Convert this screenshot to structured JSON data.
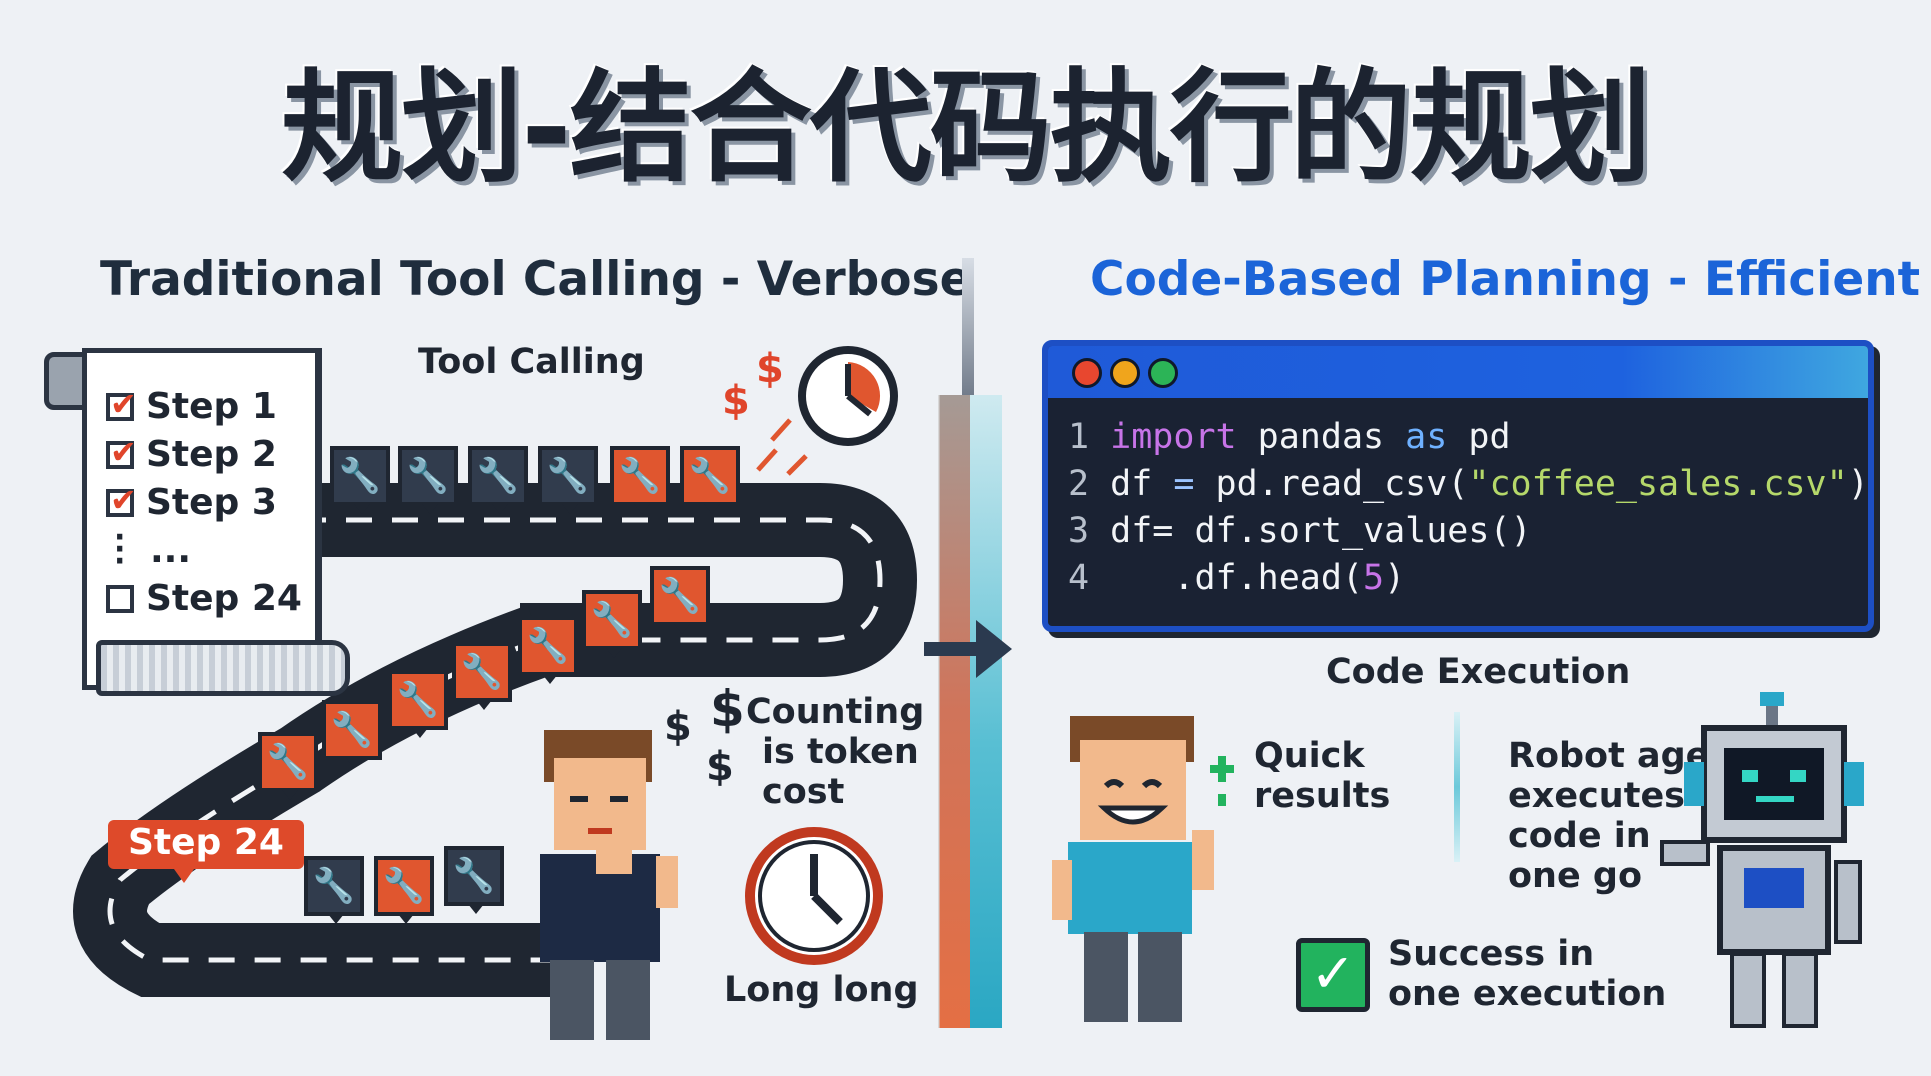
{
  "title": "规划-结合代码执行的规划",
  "left_panel": {
    "heading": "Traditional Tool Calling - Verbose",
    "checklist": [
      {
        "label": "Step 1",
        "checked": true
      },
      {
        "label": "Step 2",
        "checked": true
      },
      {
        "label": "Step 3",
        "checked": true
      },
      {
        "label": "...",
        "checked": null
      },
      {
        "label": "Step 24",
        "checked": false
      }
    ],
    "tool_calling_label": "Tool Calling",
    "step_badge": "Step 24",
    "token_note_line1": "Counting",
    "token_note_line2": "is token",
    "token_note_line3": "cost",
    "time_note": "Long long",
    "dollar_symbol": "$"
  },
  "right_panel": {
    "heading": "Code-Based Planning - Efficient",
    "code": {
      "line_numbers": [
        "1",
        "2",
        "3",
        "4"
      ],
      "l1_kw1": "import",
      "l1_mod": " pandas ",
      "l1_kw2": "as",
      "l1_alias": " pd",
      "l2_a": "df ",
      "l2_eq": "=",
      "l2_b": " pd.read_csv(",
      "l2_str": "\"coffee_sales.csv\"",
      "l2_c": ")",
      "l3": "df= df.sort_values()",
      "l4_a": "   .df.head(",
      "l4_num": "5",
      "l4_b": ")"
    },
    "code_execution_label": "Code Execution",
    "quick_line1": "Quick",
    "quick_line2": "results",
    "robot_line1": "Robot agent",
    "robot_line2": "executes",
    "robot_line3": "code in",
    "robot_line4": "one go",
    "success_line1": "Success in",
    "success_line2": "one execution"
  },
  "colors": {
    "accent_blue": "#1b64d8",
    "accent_orange": "#e0562f",
    "success_green": "#22b35e",
    "dark": "#1f2631"
  },
  "icons": [
    "wrench-icon",
    "clock-icon",
    "checkbox-icon",
    "check-icon",
    "arrow-right-icon",
    "robot-icon",
    "person-icon"
  ]
}
